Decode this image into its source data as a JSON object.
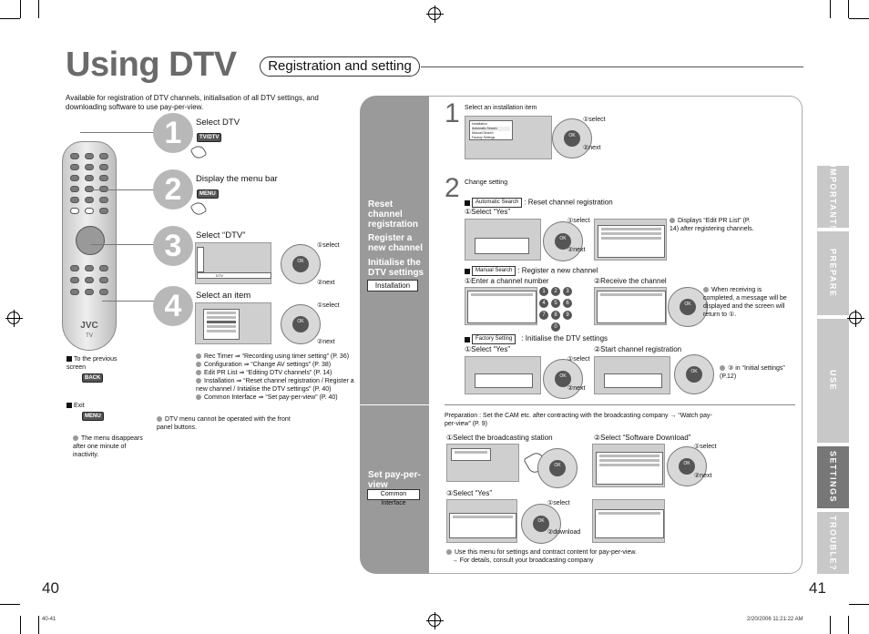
{
  "header": {
    "title": "Using DTV",
    "subtitle": "Registration and setting"
  },
  "intro": "Available for registration of DTV channels, initialisation of all DTV settings, and downloading software to use pay-per-view.",
  "left_steps": [
    {
      "num": "1",
      "label": "Select DTV",
      "button": "TV/DTV"
    },
    {
      "num": "2",
      "label": "Display the menu bar",
      "button": "MENU"
    },
    {
      "num": "3",
      "label": "Select “DTV”",
      "select": "①select",
      "next": "②next",
      "menu_item": "DTV"
    },
    {
      "num": "4",
      "label": "Select an item",
      "select": "①select",
      "next": "②next"
    }
  ],
  "remote": {
    "brand": "JVC",
    "sub": "TV"
  },
  "nav": {
    "previous": "To the previous screen",
    "back_button": "BACK",
    "exit": "Exit",
    "menu_button": "MENU",
    "exit_note": "The menu disappears after one minute of inactivity."
  },
  "items": [
    {
      "name": "Rec Timer",
      "ref": "“Recording using timer setting” (P. 36)"
    },
    {
      "name": "Configuration",
      "ref": "“Change AV settings” (P. 38)"
    },
    {
      "name": "Edit PR List",
      "ref": "“Editing DTV channels” (P. 14)"
    },
    {
      "name": "Installation",
      "ref": "“Reset channel registration / Register a new channel / Initialise the DTV settings” (P. 40)"
    },
    {
      "name": "Common Interface",
      "ref": "“Set pay-per-view” (P. 40)"
    }
  ],
  "dtv_note": "DTV menu cannot be operated with the front panel buttons.",
  "sidebar": {
    "section1": [
      "Reset channel registration",
      "Register a new channel",
      "Initialise the DTV settings"
    ],
    "section1_button": "Installation",
    "section2": "Set pay-per-view",
    "section2_button": "Common Interface"
  },
  "install": {
    "step1_label": "Select an installation item",
    "step1_select": "①select",
    "step1_next": "②next",
    "step1_menu": [
      "Installation",
      "Automatic Search",
      "Manual Search",
      "Factory Settings"
    ],
    "step2_label": "Change setting",
    "auto_box": "Automatic Search",
    "auto_text": ": Reset channel registration",
    "auto_yes": "①Select “Yes”",
    "auto_select": "①select",
    "auto_next": "②next",
    "auto_note": "Displays “Edit PR List” (P. 14) after registering channels.",
    "manual_box": "Manual Search",
    "manual_text": ": Register a new channel",
    "manual_enter": "①Enter a channel number",
    "manual_receive": "②Receive the channel",
    "manual_note": "When receiving is completed, a message will be displayed and the screen will return to ①.",
    "factory_box": "Factory Setting",
    "factory_text": ": Initialise the DTV settings",
    "factory_yes": "①Select “Yes”",
    "factory_start": "②Start channel registration",
    "factory_select": "①select",
    "factory_next": "②next",
    "factory_note": "③ in “Initial settings” (P.12)",
    "numpad": [
      "1",
      "2",
      "3",
      "4",
      "5",
      "6",
      "7",
      "8",
      "9",
      "0"
    ]
  },
  "payperview": {
    "prep": "Preparation : Set the CAM etc. after contracting with the broadcasting company → “Watch pay-per-view” (P. 9)",
    "station": "①Select the broadcasting station",
    "software": "②Select “Software Download”",
    "sw_select": "①select",
    "sw_next": "②next",
    "yes": "③Select “Yes”",
    "dl_select": "①select",
    "dl_download": "②download",
    "note1": "Use this menu for settings and contract content for pay-per-view.",
    "note2": "→ For details, consult your broadcasting company"
  },
  "tabs": [
    "IMPORTANT!",
    "PREPARE",
    "USE",
    "SETTINGS",
    "TROUBLE?"
  ],
  "pages": {
    "left": "40",
    "right": "41"
  },
  "footer": {
    "left": "40-41",
    "right": "2/20/2006   11:21:22 AM"
  }
}
